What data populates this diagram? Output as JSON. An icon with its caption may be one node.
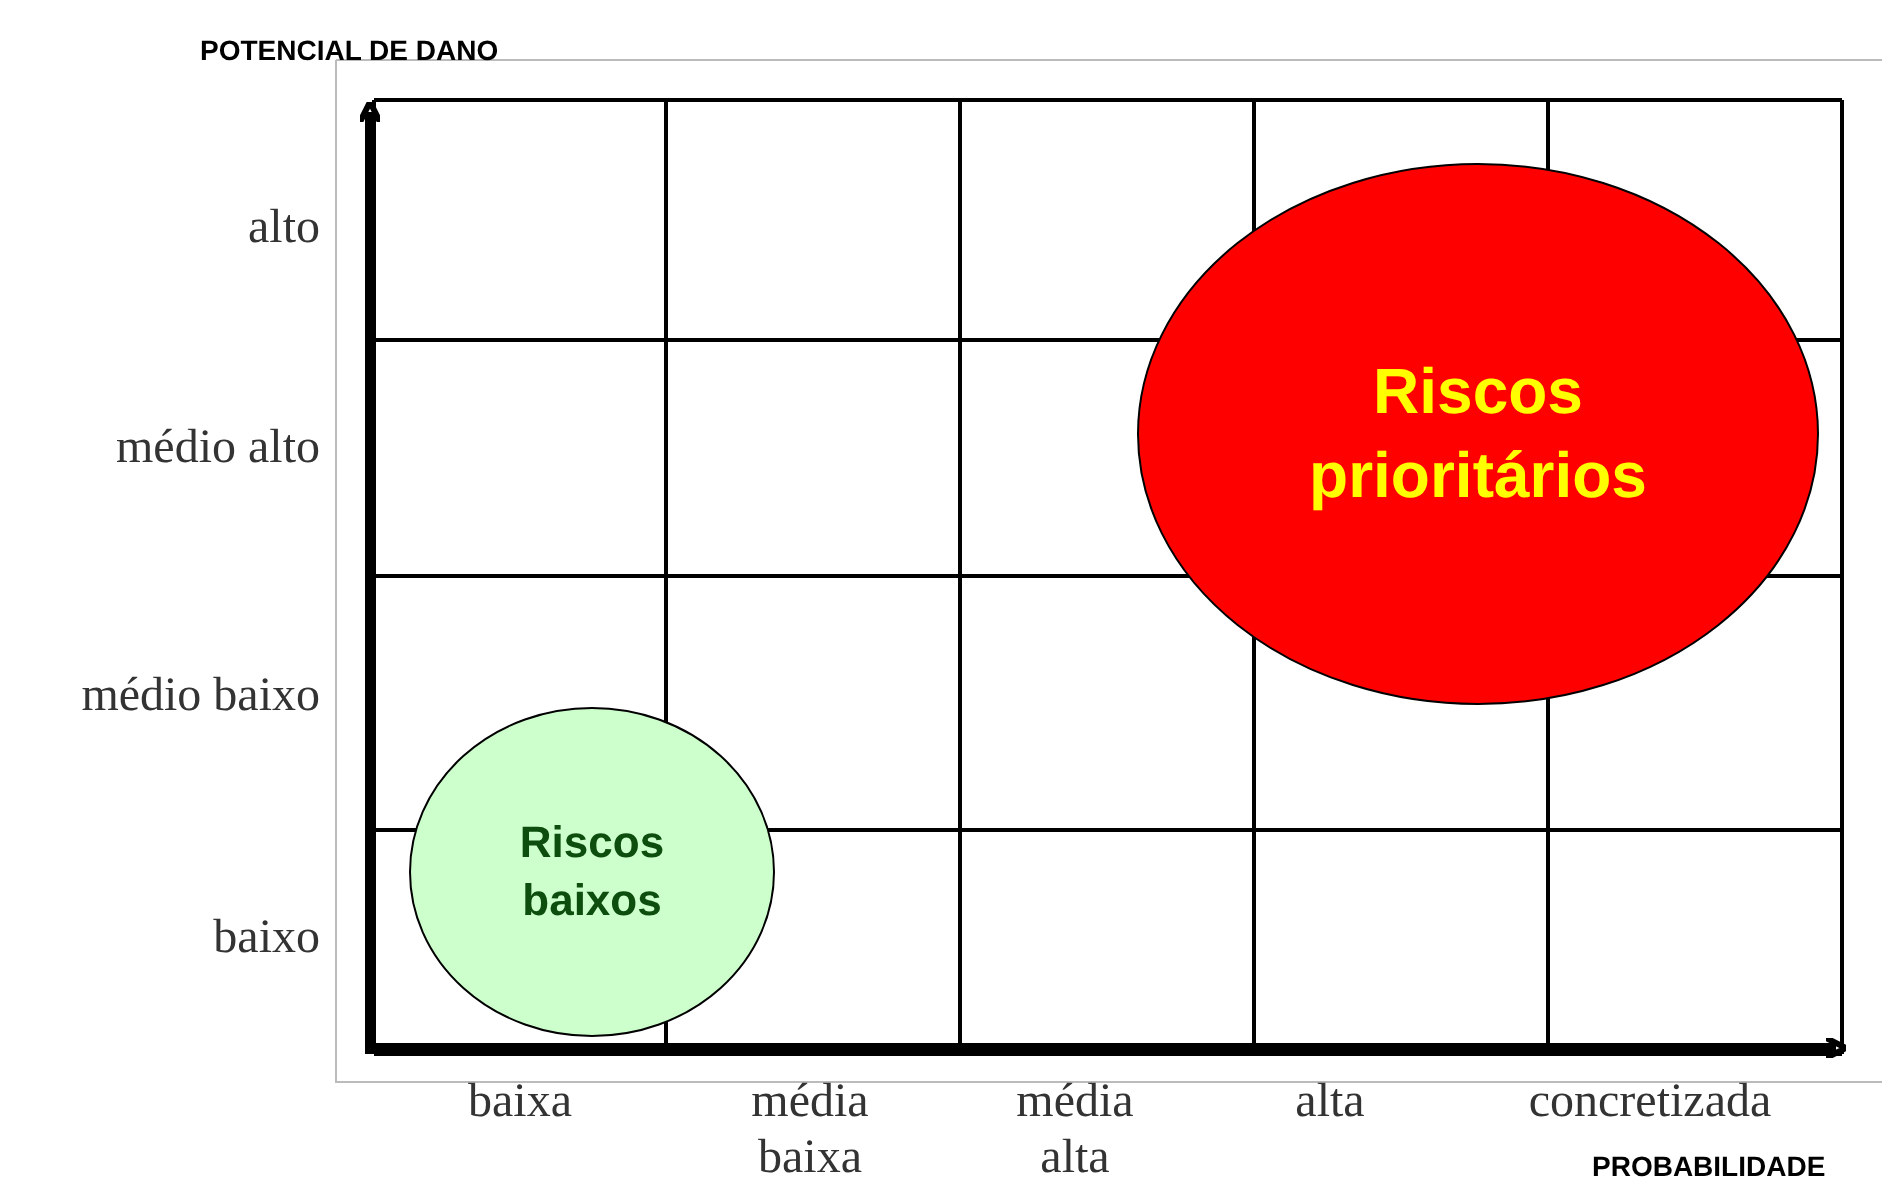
{
  "diagram": {
    "nodes": [
      {
        "text": [
          "Riscos prioritários"
        ]
      },
      {
        "text": [
          "Riscos baixos"
        ]
      }
    ],
    "edges": [],
    "labels": [
      "POTENCIAL DE DANO",
      "alto",
      "médio alto",
      "médio baixo",
      "baixo",
      "baixa",
      "média baixa",
      "média alta",
      "alta",
      "concretizada",
      "PROBABILIDADE"
    ]
  }
}
